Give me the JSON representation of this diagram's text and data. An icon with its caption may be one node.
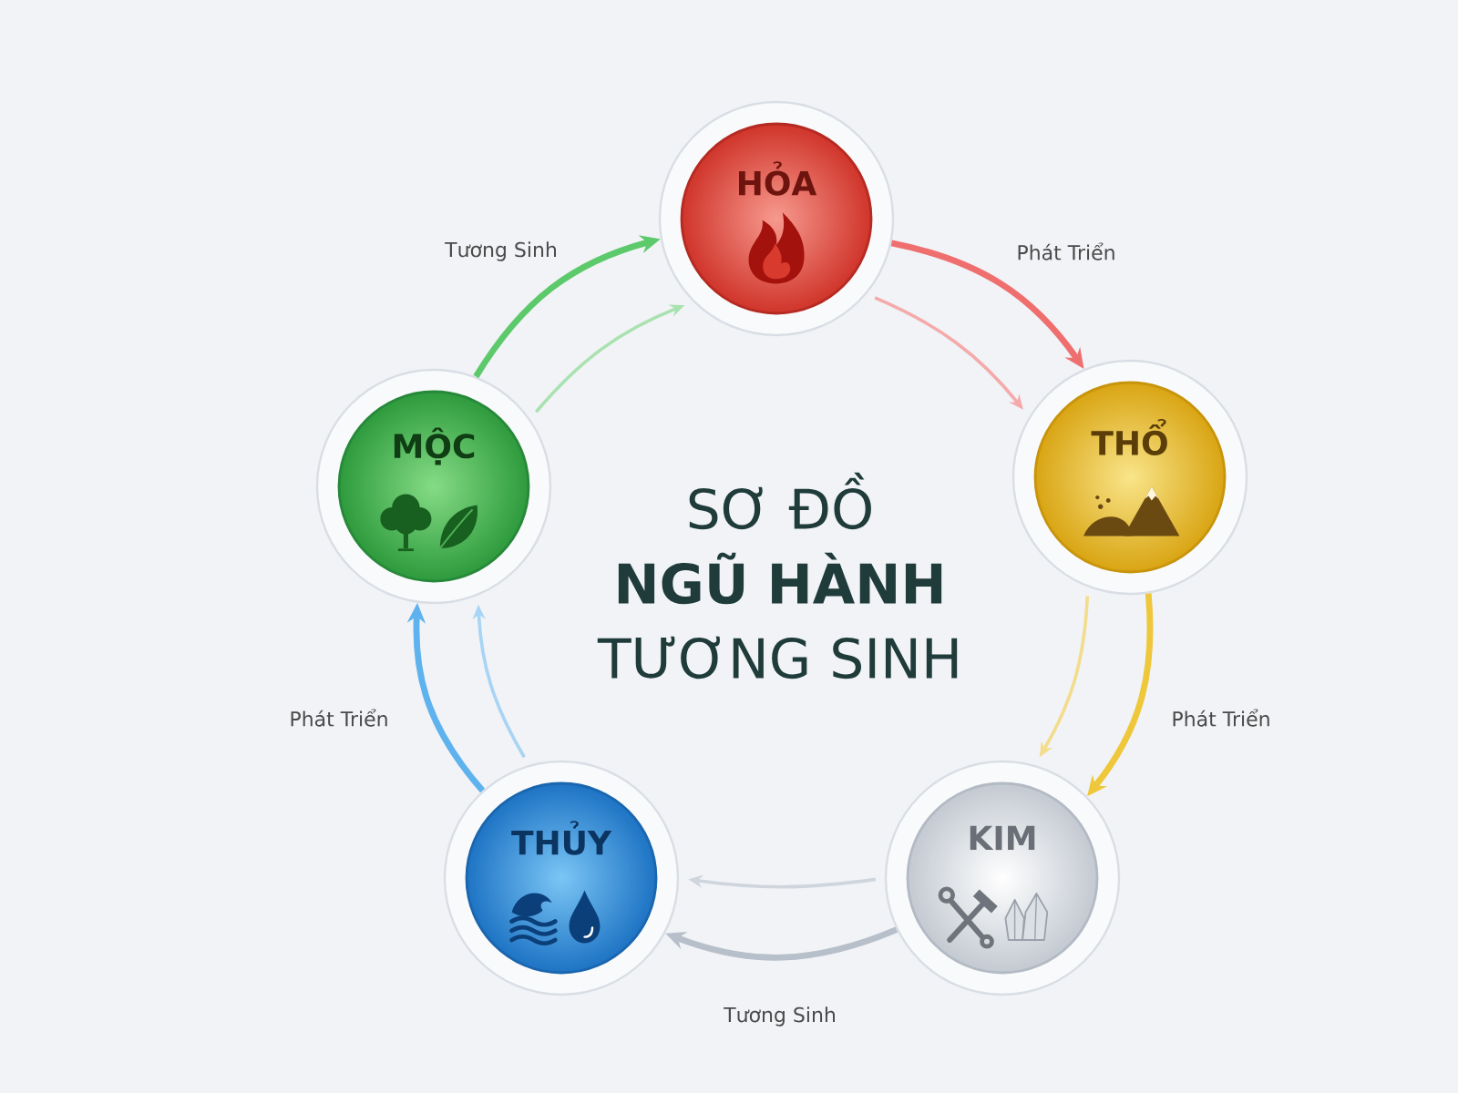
{
  "diagram": {
    "title": "SƠ ĐỒ **NGŨ HÀNH** TƯƠNG SINH",
    "nodes": [
      {
        "text": [
          "HỎA"
        ]
      },
      {
        "text": [
          "THỔ"
        ]
      },
      {
        "text": [
          "KIM"
        ]
      },
      {
        "text": [
          "THỦY"
        ]
      },
      {
        "text": [
          "MỘC"
        ]
      }
    ],
    "edges": [
      {
        "from": 4,
        "to": 0,
        "arrow": "to",
        "label": "Tương Sinh",
        "style": "thick",
        "color": "#5cc96a"
      },
      {
        "from": 4,
        "to": 0,
        "arrow": "to",
        "color": "#a9e2b0"
      },
      {
        "from": 0,
        "to": 1,
        "arrow": "to",
        "label": "Phát Triển",
        "style": "thick",
        "color": "#ef6f6f"
      },
      {
        "from": 0,
        "to": 1,
        "arrow": "to",
        "color": "#f4aaaa"
      },
      {
        "from": 1,
        "to": 2,
        "arrow": "to",
        "label": "Phát Triển",
        "style": "thick",
        "color": "#efc73a"
      },
      {
        "from": 1,
        "to": 2,
        "arrow": "to",
        "color": "#f3dc8c"
      },
      {
        "from": 2,
        "to": 3,
        "arrow": "to",
        "label": "Tương Sinh",
        "style": "thick",
        "color": "#b7bfca"
      },
      {
        "from": 2,
        "to": 3,
        "arrow": "to",
        "color": "#cfd5dd"
      },
      {
        "from": 3,
        "to": 4,
        "arrow": "to",
        "label": "Phát Triển",
        "style": "thick",
        "color": "#5eb2ee"
      },
      {
        "from": 3,
        "to": 4,
        "arrow": "to",
        "color": "#a8d4f5"
      }
    ]
  }
}
